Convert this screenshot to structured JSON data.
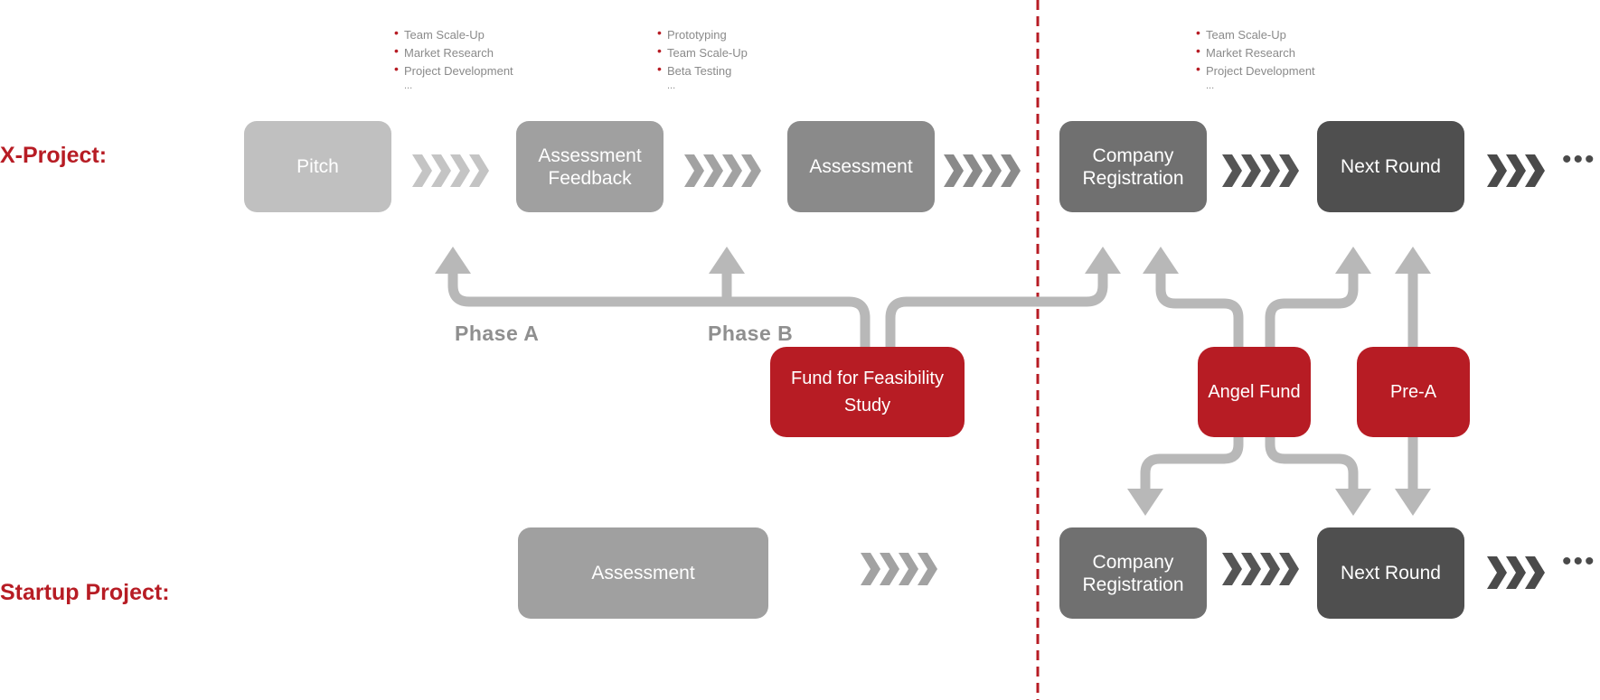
{
  "rows": {
    "x_project_label": "X-Project:",
    "startup_project_label": "Startup Project:"
  },
  "x_project": {
    "pitch": "Pitch",
    "assessment_feedback": "Assessment Feedback",
    "assessment": "Assessment",
    "company_registration": "Company Registration",
    "next_round": "Next Round",
    "trailing": "•••"
  },
  "startup_project": {
    "assessment": "Assessment",
    "company_registration": "Company Registration",
    "next_round": "Next Round",
    "trailing": "•••"
  },
  "funds": {
    "feasibility": "Fund for Feasibility Study",
    "angel": "Angel Fund",
    "pre_a": "Pre-A"
  },
  "phases": {
    "phase_a": "Phase A",
    "phase_b": "Phase B"
  },
  "bullet_lists": [
    {
      "items": [
        "Team Scale-Up",
        "Market Research",
        "Project Development"
      ],
      "more": "..."
    },
    {
      "items": [
        "Prototyping",
        "Team Scale-Up",
        "Beta Testing"
      ],
      "more": "..."
    },
    {
      "items": [
        "Team Scale-Up",
        "Market Research",
        "Project Development"
      ],
      "more": "..."
    }
  ],
  "colors": {
    "accent_red": "#b71c24",
    "stage_1": "#c0c0c0",
    "stage_2": "#a0a0a0",
    "stage_3": "#8a8a8a",
    "stage_4": "#707070",
    "stage_5": "#4f4f4f",
    "connector": "#b8b8b8"
  }
}
